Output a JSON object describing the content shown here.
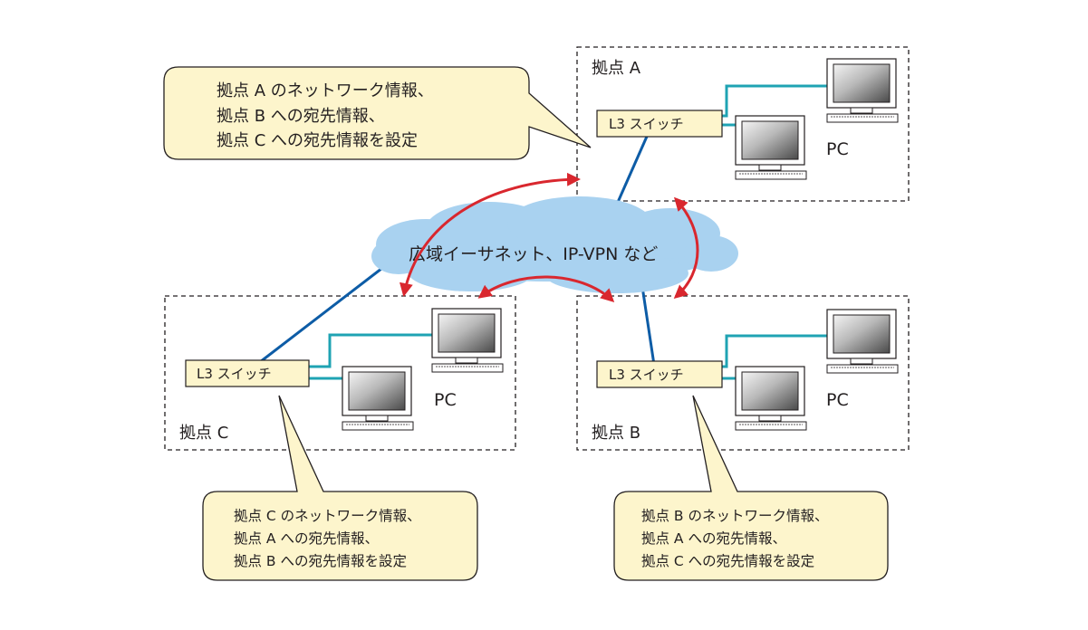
{
  "cloud": {
    "label": "広域イーサネット、IP-VPN など"
  },
  "sites": {
    "a": {
      "label": "拠点 A",
      "switch": "L3 スイッチ",
      "pc": "PC"
    },
    "b": {
      "label": "拠点 B",
      "switch": "L3 スイッチ",
      "pc": "PC"
    },
    "c": {
      "label": "拠点 C",
      "switch": "L3 スイッチ",
      "pc": "PC"
    }
  },
  "callouts": {
    "a": [
      "拠点 A のネットワーク情報、",
      "拠点 B への宛先情報、",
      "拠点 C への宛先情報を設定"
    ],
    "c": [
      "拠点 C のネットワーク情報、",
      "拠点 A への宛先情報、",
      "拠点 B への宛先情報を設定"
    ],
    "b": [
      "拠点 B のネットワーク情報、",
      "拠点 A への宛先情報、",
      "拠点 C への宛先情報を設定"
    ]
  },
  "colors": {
    "callout_fill": "#fdf5cc",
    "switch_fill": "#fdf5cc",
    "cloud_fill": "#a9d2f0",
    "wan_line": "#0d5ca6",
    "lan_line": "#1fa3b3",
    "arrow": "#d9272e"
  }
}
